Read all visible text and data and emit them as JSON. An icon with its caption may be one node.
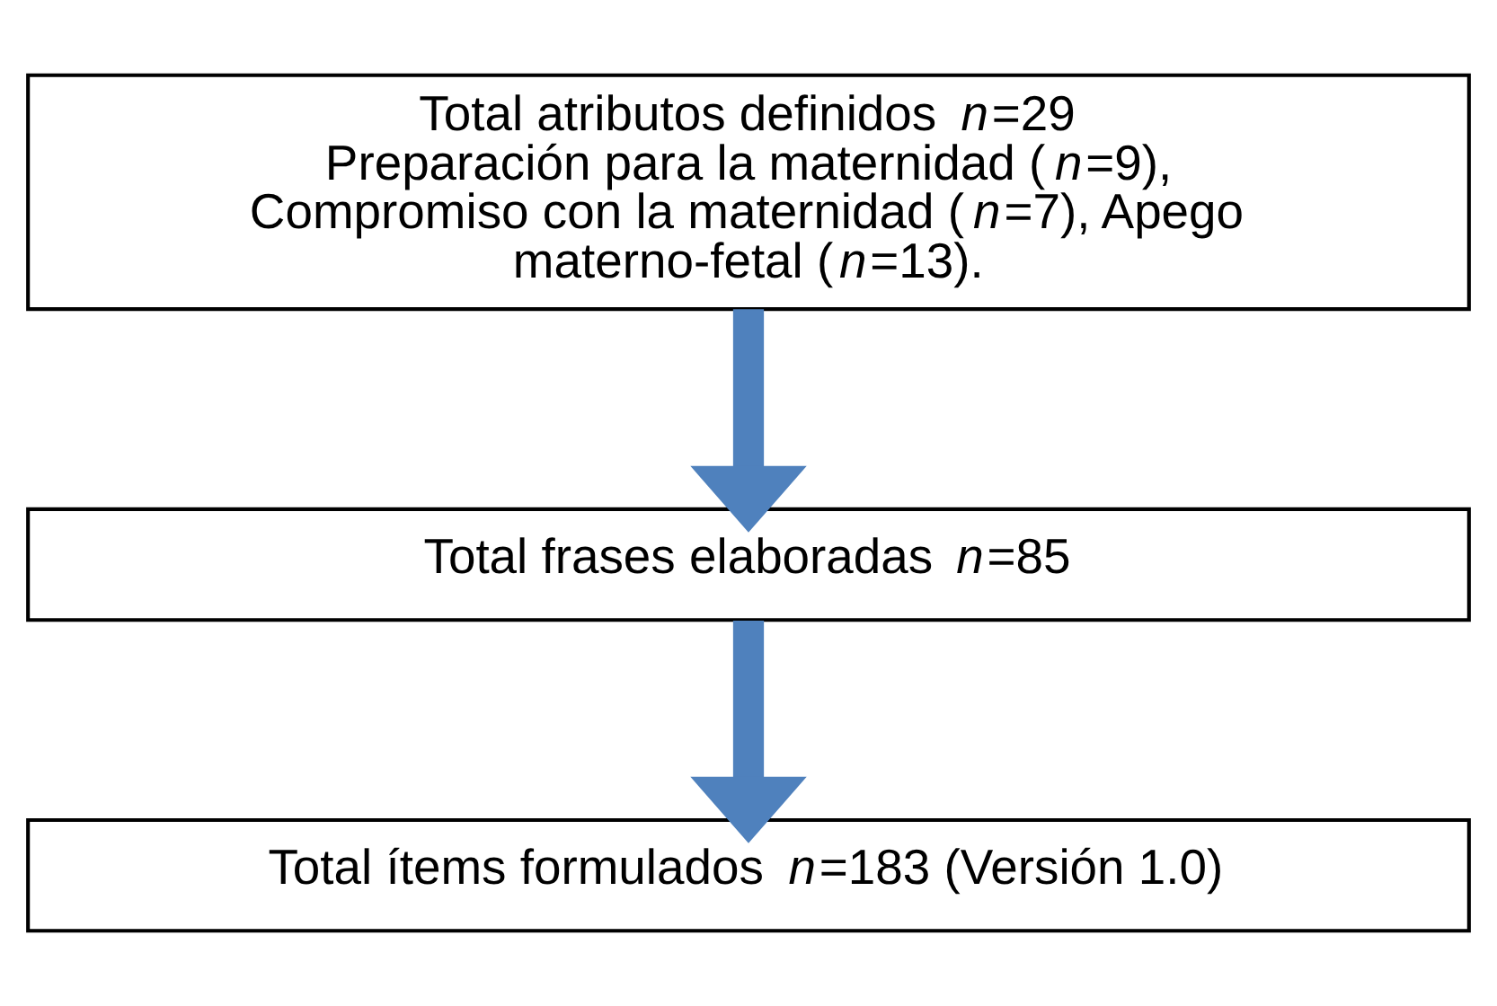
{
  "diagram": {
    "nodes": [
      {
        "text": [
          "Total atributos definidos *n*=29",
          "Preparación para la maternidad (*n*=9), Compromiso con la maternidad (*n*=7), Apego materno-fetal (*n*=13)."
        ]
      },
      {
        "text": [
          "Total frases elaboradas *n*=85"
        ]
      },
      {
        "text": [
          "Total ítems formulados *n*=183 (Versión 1.0)"
        ]
      }
    ],
    "edges": [
      {
        "from": 0,
        "to": 1,
        "arrow": "to"
      },
      {
        "from": 1,
        "to": 2,
        "arrow": "to"
      }
    ]
  }
}
